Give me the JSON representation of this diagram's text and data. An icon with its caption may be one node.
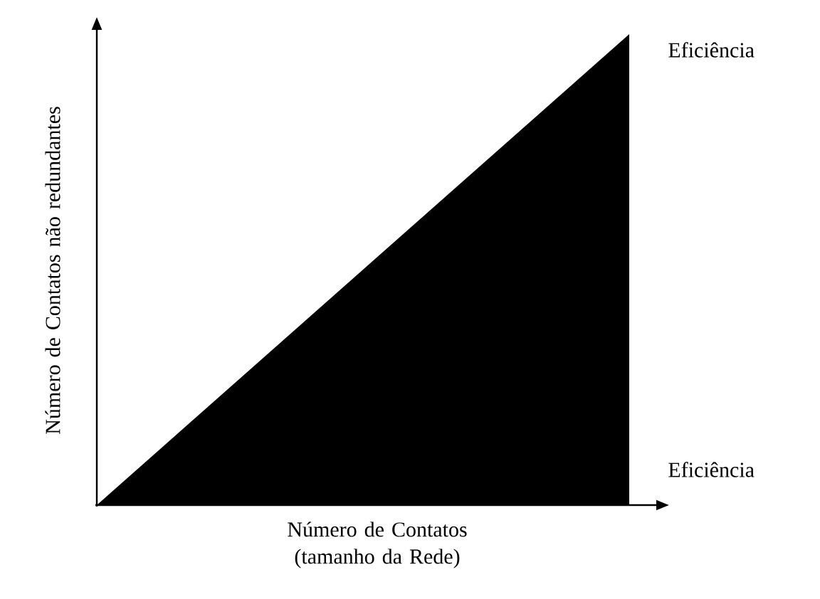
{
  "diagram": {
    "labels": [
      "Eficiência",
      "Número de Contatos não redundantes",
      "Eficiência",
      "Número de Contatos (tamanho da Rede)"
    ]
  }
}
